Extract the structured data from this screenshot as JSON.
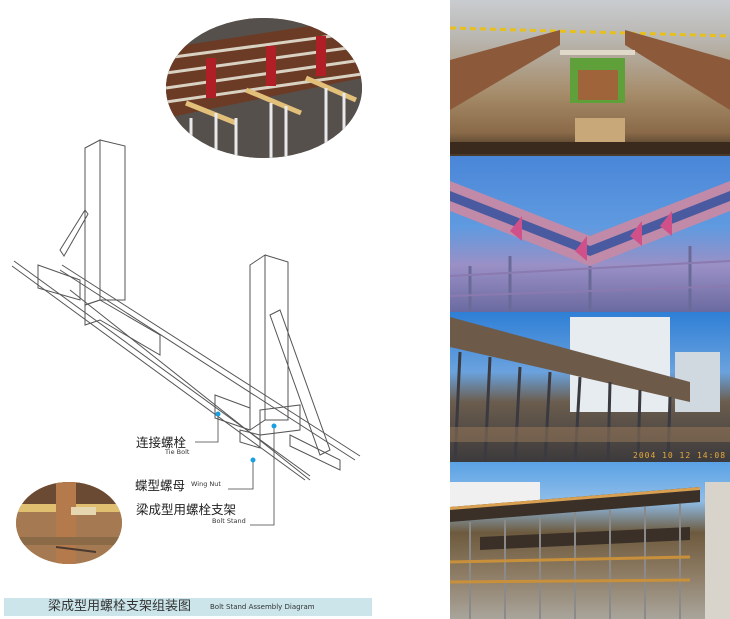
{
  "caption": {
    "title_cn": "梁成型用螺栓支架组装图",
    "title_en": "Bolt Stand Assembly Diagram"
  },
  "diagram": {
    "labels": [
      {
        "cn": "连接螺栓",
        "en": "Tie Bolt"
      },
      {
        "cn": "蝶型螺母",
        "en": "Wing Nut"
      },
      {
        "cn": "梁成型用螺栓支架",
        "en": "Bolt Stand"
      }
    ],
    "callout_dot_color": "#1aa0e0"
  },
  "photos": {
    "top_oval": "Overhead view of beam formwork with red bolt stands",
    "bottom_oval": "Close-up of bolt stand with wing nut",
    "right": [
      {
        "description": "Beam trench formwork with bolt stands"
      },
      {
        "description": "Corner beam formwork with pink bolt stands against blue sky"
      },
      {
        "description": "Beam formwork on steel props with apartment towers",
        "timestamp": "2004 10 12 14:08"
      },
      {
        "description": "Multi-level formwork with timber bolt stands and props"
      }
    ]
  },
  "colors": {
    "caption_bg": "#cbe5ea",
    "stamp": "#e7a83c"
  }
}
